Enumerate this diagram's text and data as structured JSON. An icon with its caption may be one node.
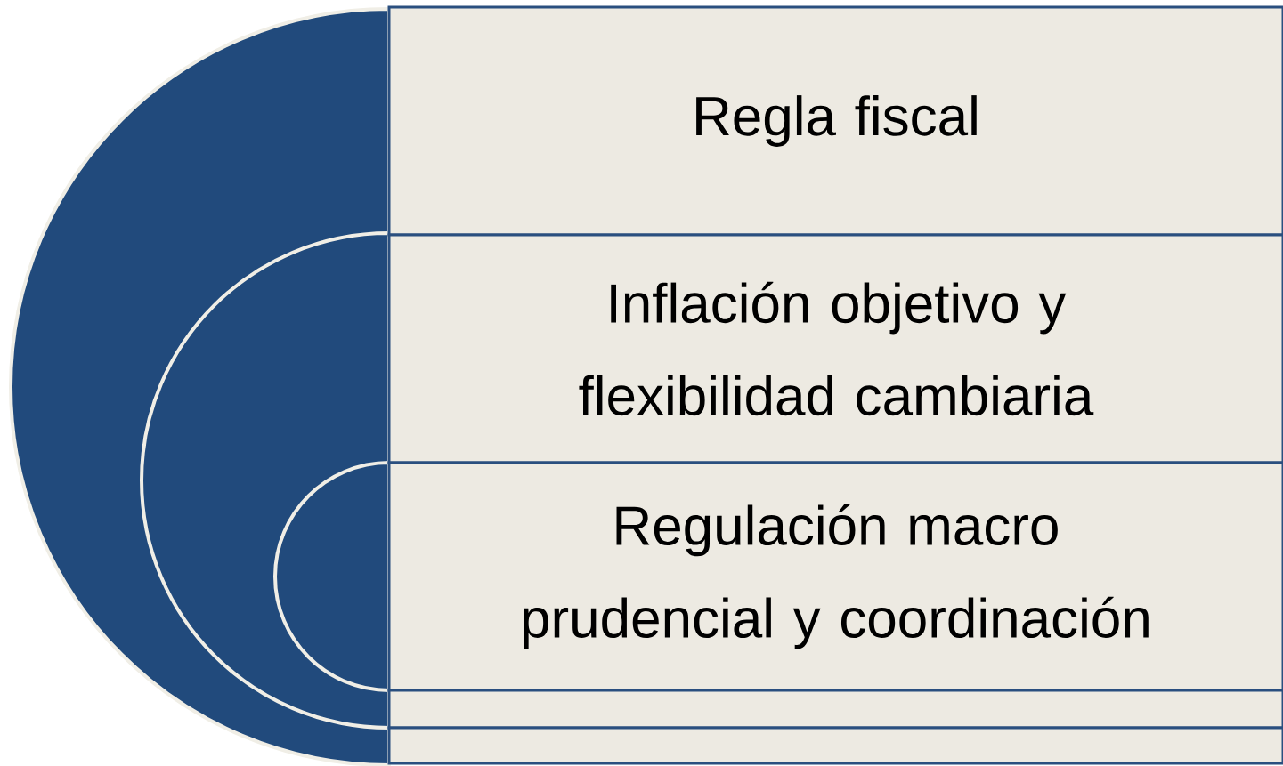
{
  "diagram": {
    "nodes": [
      {
        "text": [],
        "shape": "semicircle"
      },
      {
        "text": [],
        "shape": "semicircle",
        "in": 0
      },
      {
        "text": [],
        "shape": "semicircle",
        "in": 1
      },
      {
        "text": [
          "Regla fiscal"
        ]
      },
      {
        "text": [
          "Inflación objetivo y flexibilidad cambiaria"
        ]
      },
      {
        "text": [
          "Regulación macro prudencial y coordinación"
        ]
      },
      {
        "text": [],
        "shape": "box"
      },
      {
        "text": [],
        "shape": "box"
      }
    ]
  }
}
